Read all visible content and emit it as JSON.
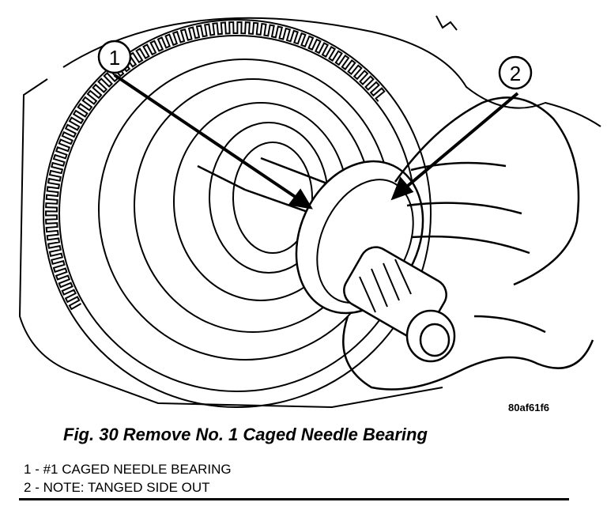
{
  "figure": {
    "image_code": "80af61f6",
    "caption": "Fig. 30 Remove No. 1 Caged Needle Bearing",
    "callouts": [
      {
        "number": "1"
      },
      {
        "number": "2"
      }
    ]
  },
  "legend": [
    {
      "number": "1",
      "separator": " - ",
      "text": "#1 CAGED NEEDLE BEARING"
    },
    {
      "number": "2",
      "separator": " - ",
      "text": "NOTE: TANGED SIDE OUT"
    }
  ]
}
